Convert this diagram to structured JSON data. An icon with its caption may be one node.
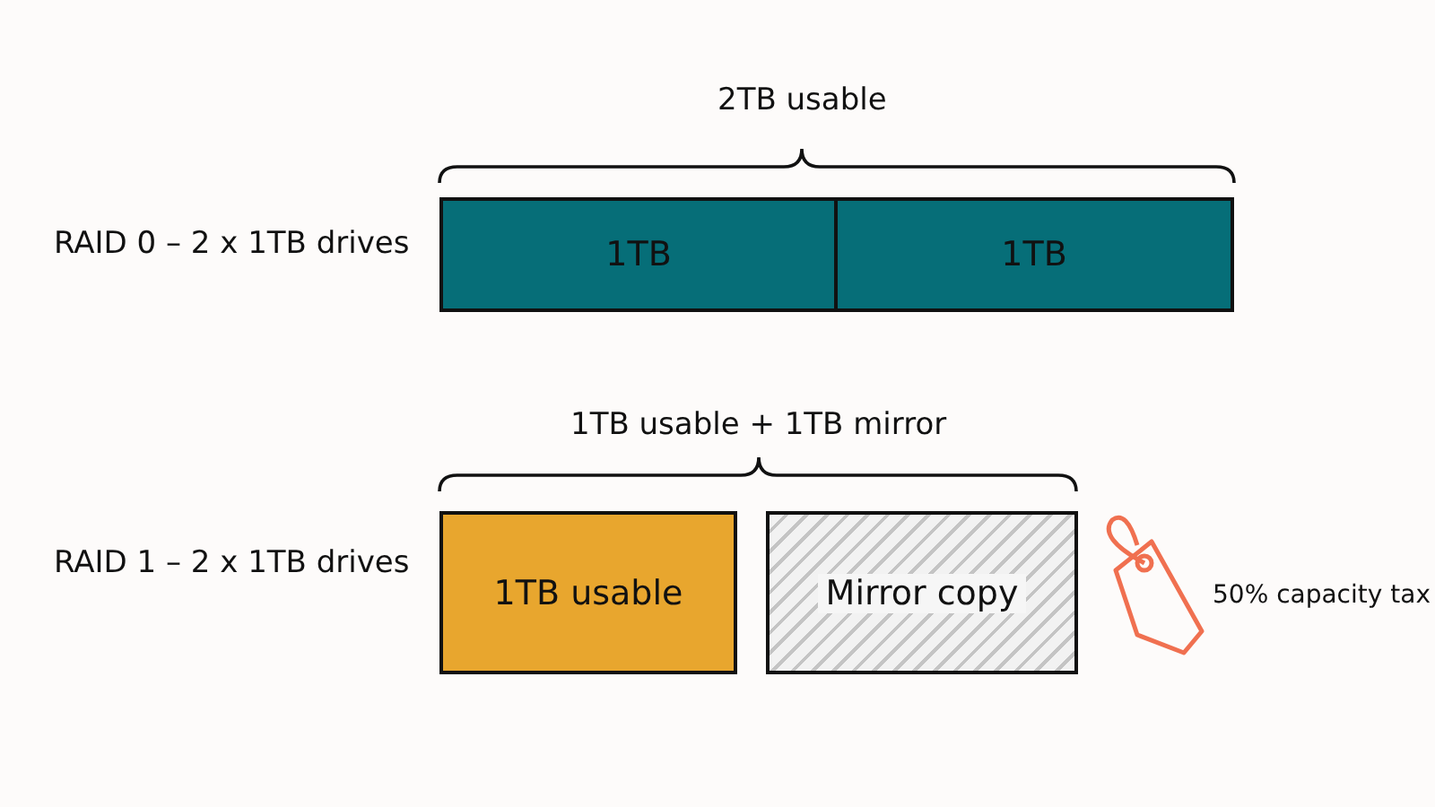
{
  "diagram": {
    "nodes": [
      {
        "text": [
          "1TB"
        ]
      },
      {
        "text": [
          "1TB"
        ]
      },
      {
        "text": [
          "1TB usable"
        ]
      },
      {
        "text": [
          "Mirror copy"
        ]
      }
    ],
    "labels": [
      "2TB usable",
      "RAID 0 – 2 x 1TB drives",
      "1TB usable + 1TB mirror",
      "RAID 1 – 2 x 1TB drives",
      "50% capacity tax"
    ]
  }
}
